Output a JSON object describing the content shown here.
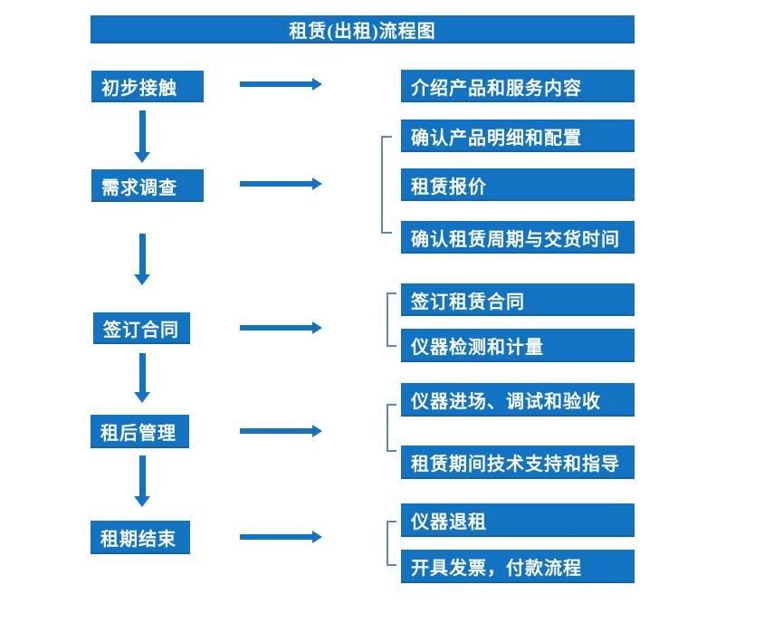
{
  "title": "租赁(出租)流程图",
  "colors": {
    "box_blue": "#1173c2",
    "arrow_blue": "#1173c2",
    "bracket_blue": "#5f83c4",
    "text": "#ffffff",
    "background": "#ffffff"
  },
  "steps": [
    {
      "label": "初步接触",
      "details": [
        "介绍产品和服务内容"
      ]
    },
    {
      "label": "需求调查",
      "details": [
        "确认产品明细和配置",
        "租赁报价",
        "确认租赁周期与交货时间"
      ]
    },
    {
      "label": "签订合同",
      "details": [
        "签订租赁合同",
        "仪器检测和计量"
      ]
    },
    {
      "label": "租后管理",
      "details": [
        "仪器进场、调试和验收",
        "租赁期间技术支持和指导"
      ]
    },
    {
      "label": "租期结束",
      "details": [
        "仪器退租",
        "开具发票，付款流程"
      ]
    }
  ]
}
